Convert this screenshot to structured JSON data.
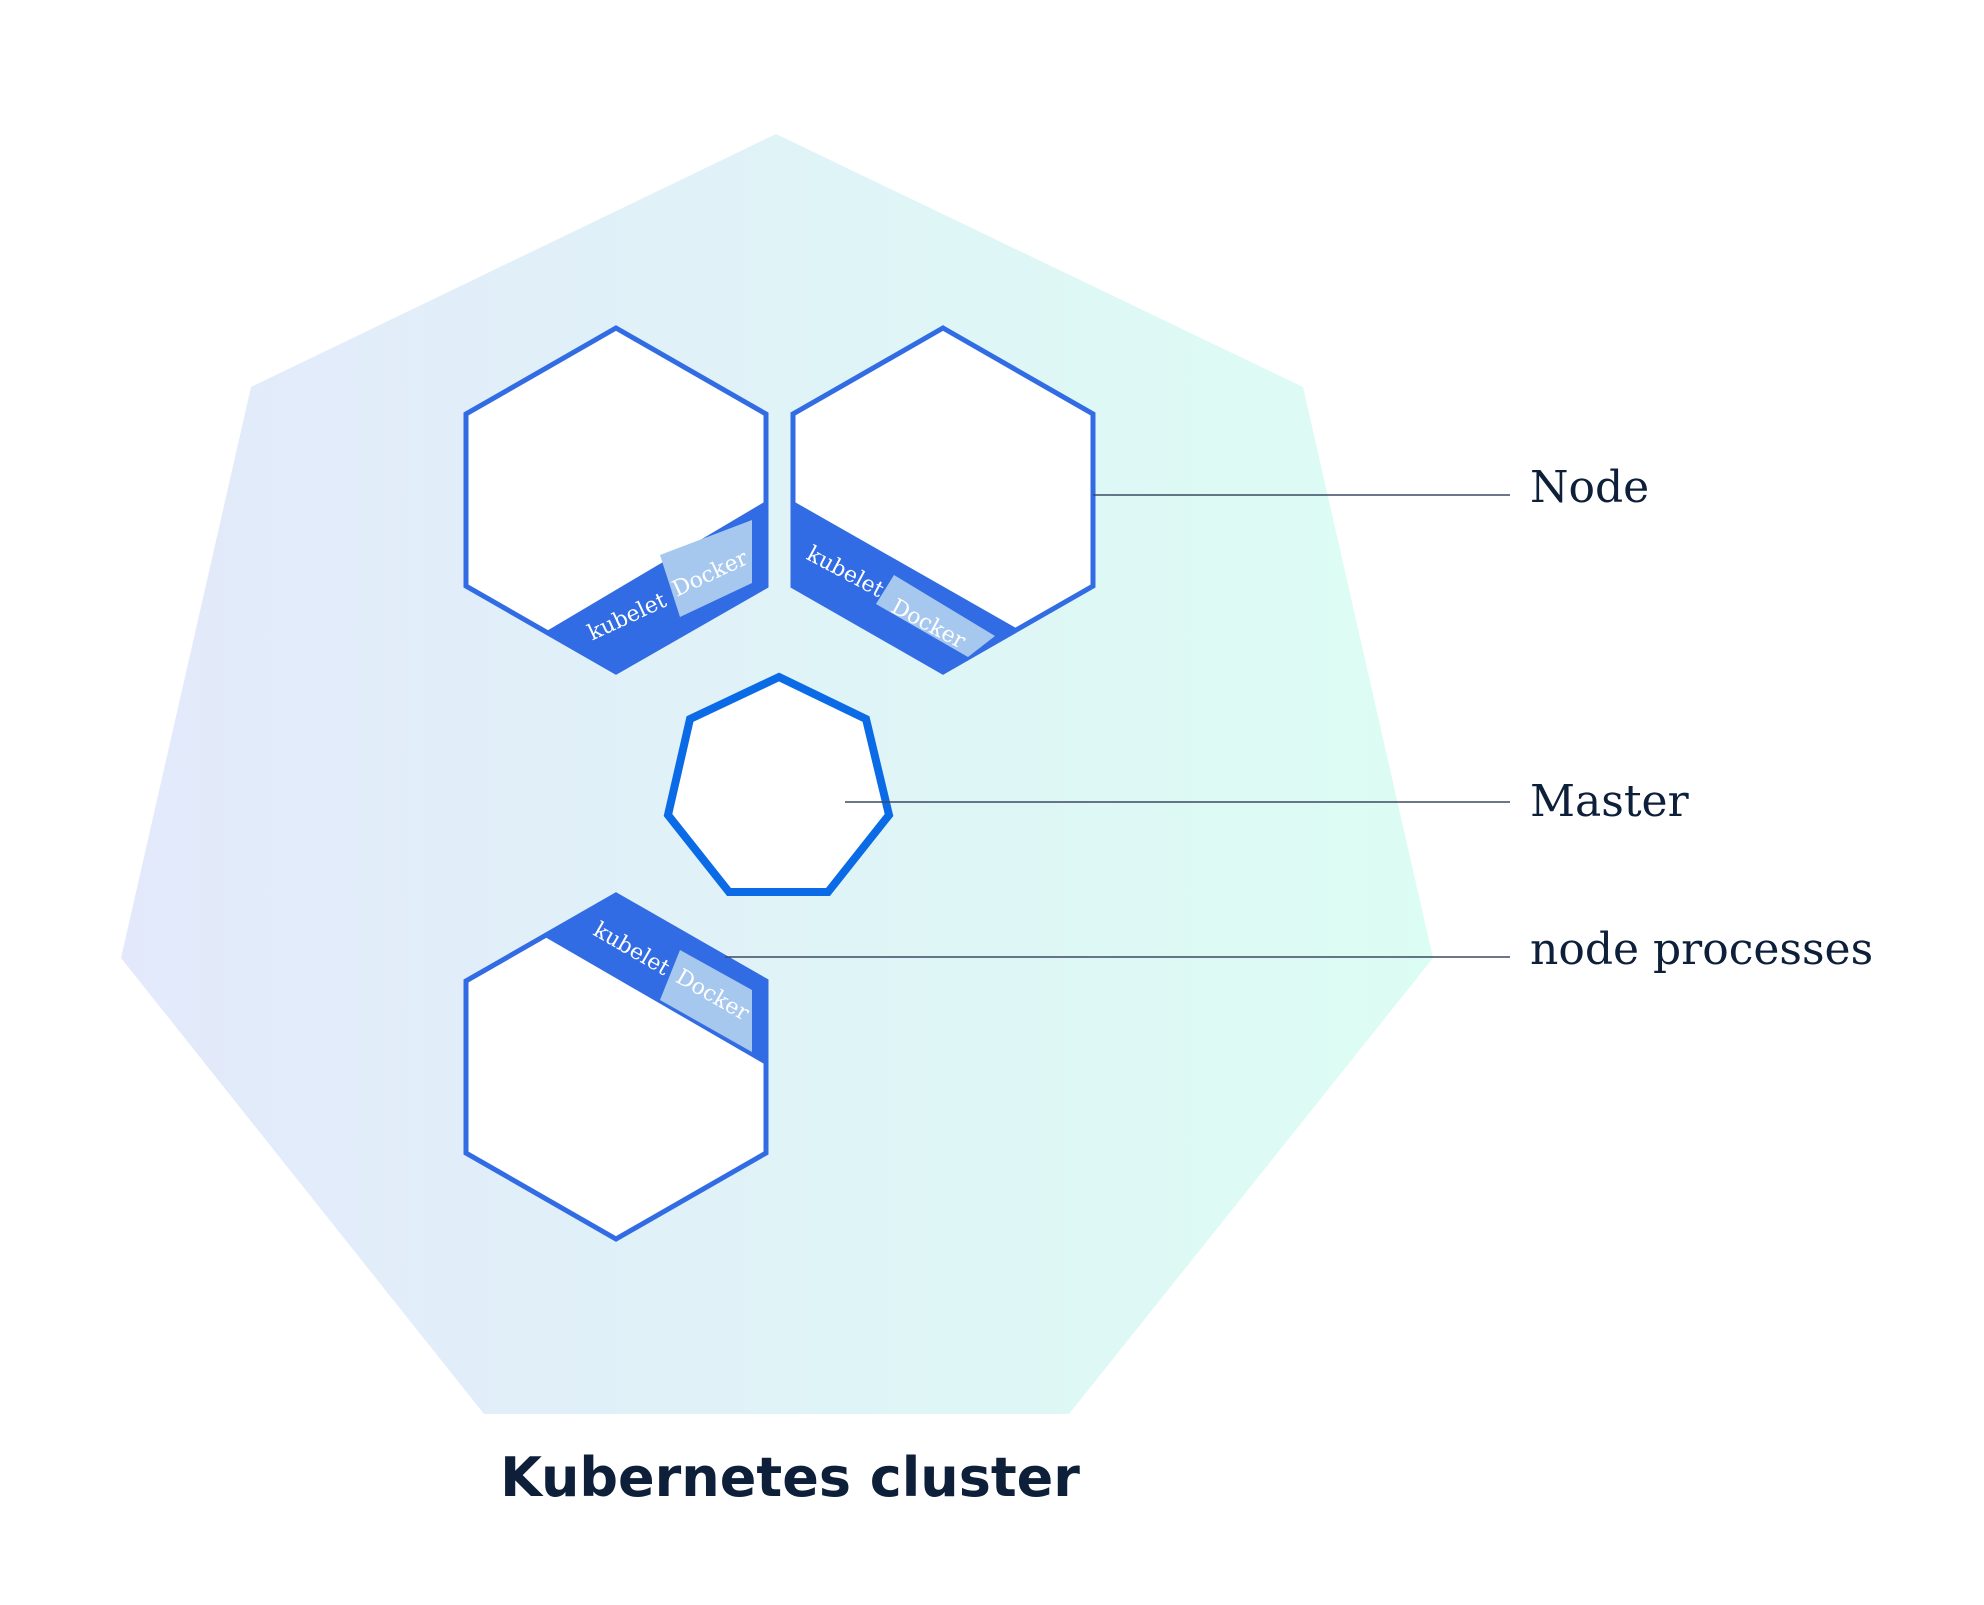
{
  "diagram": {
    "cluster_title": "Kubernetes cluster",
    "callouts": {
      "node": "Node",
      "master": "Master",
      "node_processes": "node processes"
    },
    "process_labels": {
      "kubelet": "kubelet",
      "docker": "Docker"
    },
    "colors": {
      "cluster_gradient_start": "#e3e9fb",
      "cluster_gradient_end": "#dcfdf3",
      "node_outline": "#326ce5",
      "master_outline": "#0b6be6",
      "docker_box": "#a7c8ee",
      "text_dark": "#0e1f3a"
    }
  }
}
